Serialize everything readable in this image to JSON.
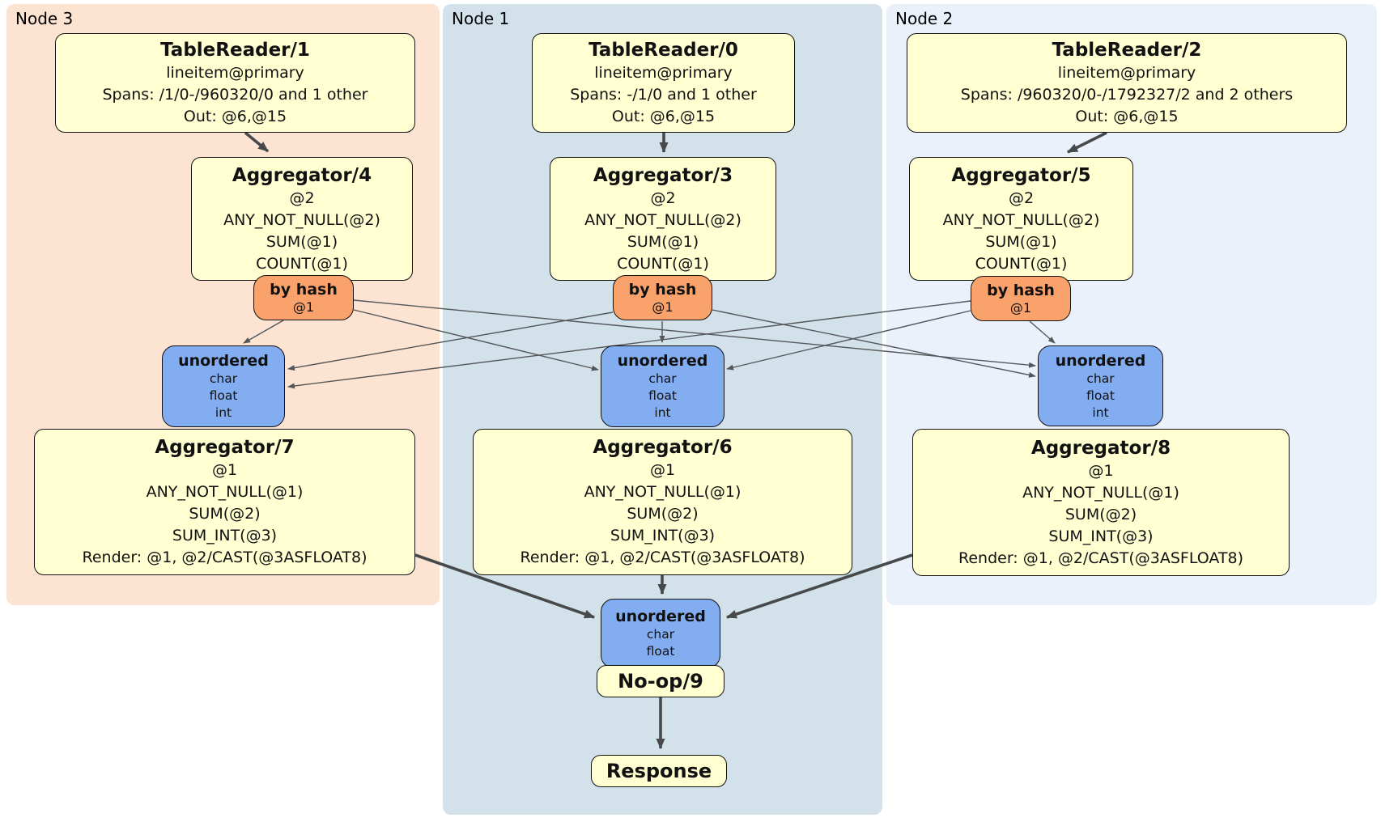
{
  "regions": {
    "node3": {
      "label": "Node 3"
    },
    "node1": {
      "label": "Node 1"
    },
    "node2": {
      "label": "Node 2"
    }
  },
  "processors": {
    "tr1": {
      "title": "TableReader/1",
      "lines": [
        "lineitem@primary",
        "Spans: /1/0-/960320/0 and 1 other",
        "Out: @6,@15"
      ]
    },
    "tr0": {
      "title": "TableReader/0",
      "lines": [
        "lineitem@primary",
        "Spans: -/1/0 and 1 other",
        "Out: @6,@15"
      ]
    },
    "tr2": {
      "title": "TableReader/2",
      "lines": [
        "lineitem@primary",
        "Spans: /960320/0-/1792327/2 and 2 others",
        "Out: @6,@15"
      ]
    },
    "agg4": {
      "title": "Aggregator/4",
      "lines": [
        "@2",
        "ANY_NOT_NULL(@2)",
        "SUM(@1)",
        "COUNT(@1)"
      ]
    },
    "agg3": {
      "title": "Aggregator/3",
      "lines": [
        "@2",
        "ANY_NOT_NULL(@2)",
        "SUM(@1)",
        "COUNT(@1)"
      ]
    },
    "agg5": {
      "title": "Aggregator/5",
      "lines": [
        "@2",
        "ANY_NOT_NULL(@2)",
        "SUM(@1)",
        "COUNT(@1)"
      ]
    },
    "agg7": {
      "title": "Aggregator/7",
      "lines": [
        "@1",
        "ANY_NOT_NULL(@1)",
        "SUM(@2)",
        "SUM_INT(@3)",
        "Render: @1, @2/CAST(@3ASFLOAT8)"
      ]
    },
    "agg6": {
      "title": "Aggregator/6",
      "lines": [
        "@1",
        "ANY_NOT_NULL(@1)",
        "SUM(@2)",
        "SUM_INT(@3)",
        "Render: @1, @2/CAST(@3ASFLOAT8)"
      ]
    },
    "agg8": {
      "title": "Aggregator/8",
      "lines": [
        "@1",
        "ANY_NOT_NULL(@1)",
        "SUM(@2)",
        "SUM_INT(@3)",
        "Render: @1, @2/CAST(@3ASFLOAT8)"
      ]
    },
    "noop": {
      "title": "No-op/9"
    },
    "response": {
      "title": "Response"
    }
  },
  "routers": {
    "hash4": {
      "title": "by hash",
      "detail": "@1"
    },
    "hash3": {
      "title": "by hash",
      "detail": "@1"
    },
    "hash5": {
      "title": "by hash",
      "detail": "@1"
    }
  },
  "syncs": {
    "uno7": {
      "title": "unordered",
      "items": [
        "char",
        "float",
        "int"
      ]
    },
    "uno6": {
      "title": "unordered",
      "items": [
        "char",
        "float",
        "int"
      ]
    },
    "uno8": {
      "title": "unordered",
      "items": [
        "char",
        "float",
        "int"
      ]
    },
    "unoFinal": {
      "title": "unordered",
      "items": [
        "char",
        "float"
      ]
    }
  },
  "colors": {
    "node3_bg": "#fce3d2",
    "node1_bg": "#d3e1ea",
    "node2_bg": "#eaf1fb",
    "processor_bg": "#ffffd2",
    "router_bg": "#f9a26b",
    "sync_bg": "#83adf1",
    "box_border": "#111111",
    "edge": "#54575a",
    "edge_thick": "#47494b"
  }
}
